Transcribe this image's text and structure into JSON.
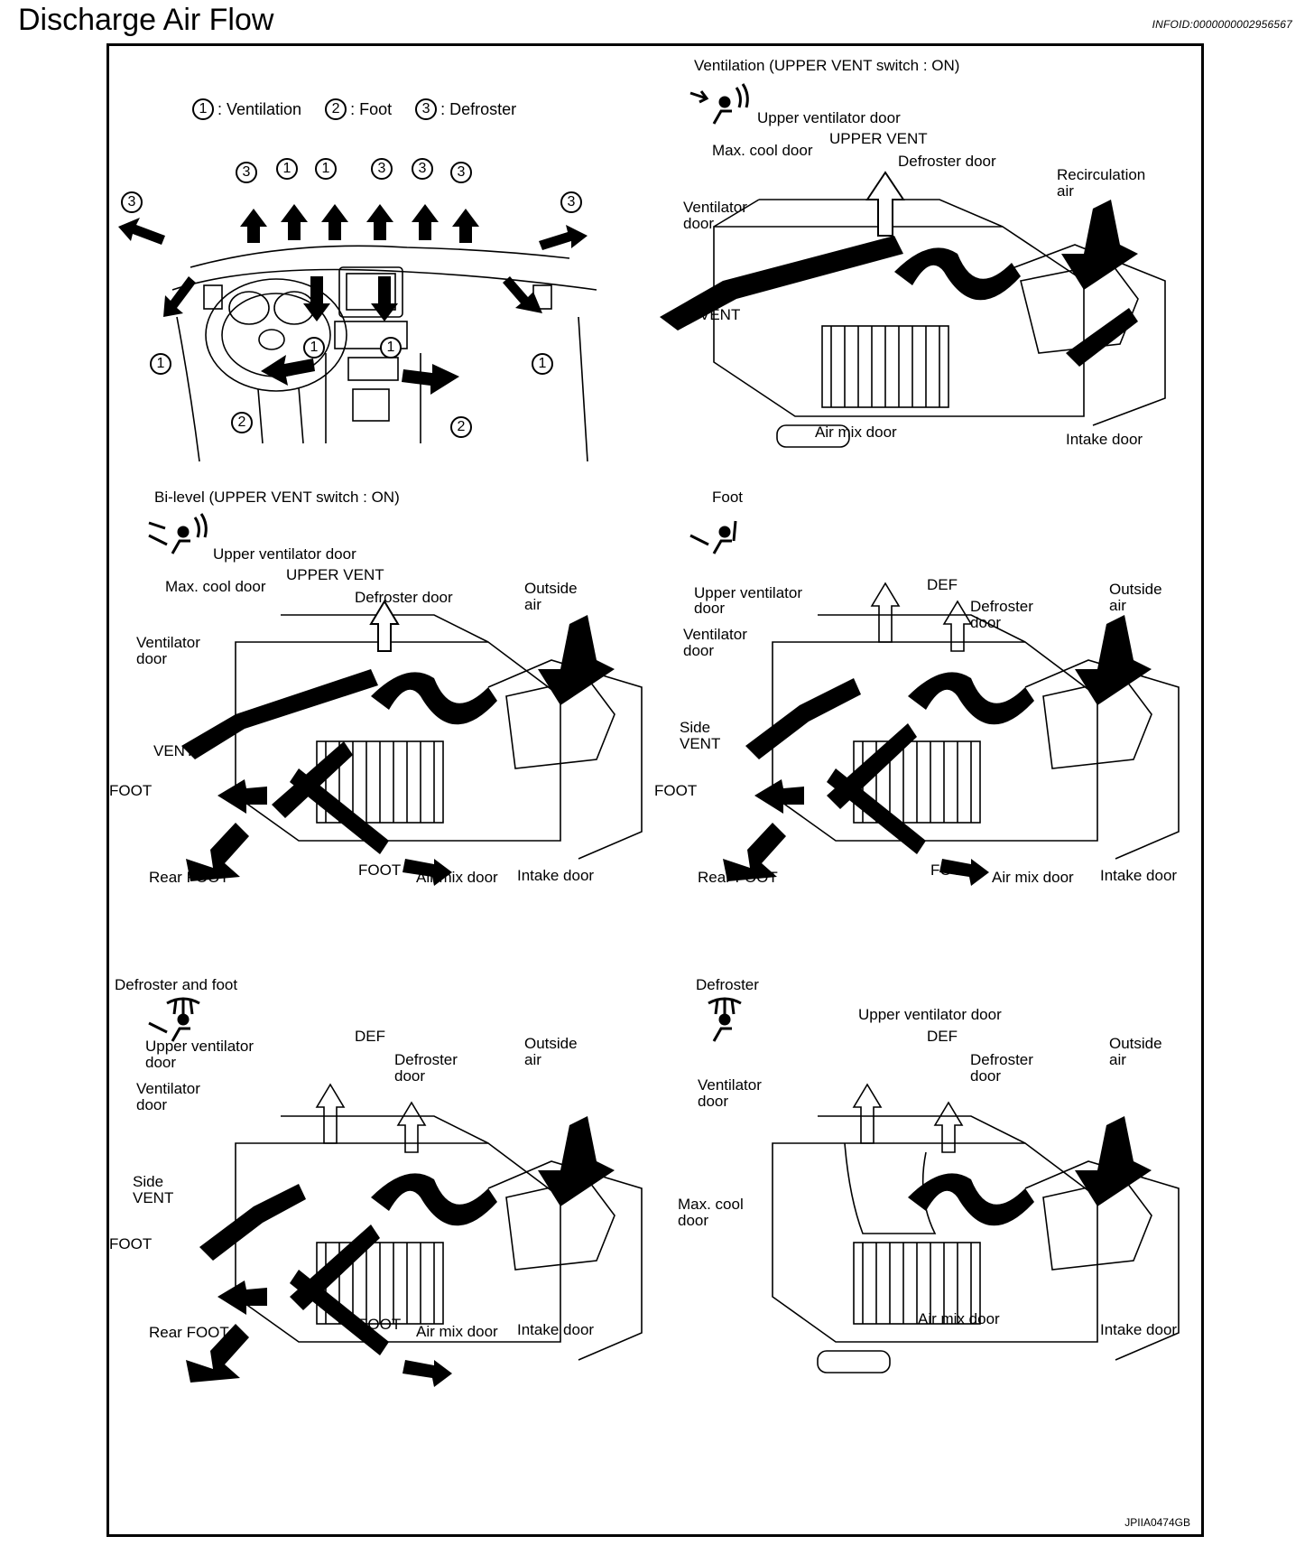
{
  "page": {
    "title": "Discharge Air Flow",
    "info_id": "INFOID:0000000002956567",
    "figure_code": "JPIIA0474GB"
  },
  "legend": {
    "items": [
      {
        "num": "1",
        "label": ": Ventilation"
      },
      {
        "num": "2",
        "label": ": Foot"
      },
      {
        "num": "3",
        "label": ": Defroster"
      }
    ]
  },
  "dash_markers": [
    "3",
    "3",
    "1",
    "1",
    "3",
    "3",
    "3",
    "3",
    "1",
    "1",
    "1",
    "1",
    "2",
    "2"
  ],
  "panels": {
    "ventilation": {
      "title": "Ventilation (UPPER VENT switch : ON)",
      "labels": {
        "upper_vent_door": "Upper ventilator door",
        "upper_vent": "UPPER VENT",
        "max_cool": "Max. cool door",
        "defroster_door": "Defroster door",
        "recirc_1": "Recirculation",
        "recirc_2": "air",
        "vent_door_1": "Ventilator",
        "vent_door_2": "door",
        "vent": "VENT",
        "air_mix": "Air mix door",
        "intake": "Intake door"
      }
    },
    "bilevel": {
      "title": "Bi-level (UPPER VENT switch : ON)",
      "labels": {
        "upper_vent_door": "Upper ventilator door",
        "upper_vent": "UPPER VENT",
        "max_cool": "Max. cool door",
        "defroster_door": "Defroster door",
        "outside_1": "Outside",
        "outside_2": "air",
        "vent_door_1": "Ventilator",
        "vent_door_2": "door",
        "vent": "VENT",
        "foot_left": "FOOT",
        "rear_foot": "Rear FOOT",
        "foot": "FOOT",
        "air_mix": "Air mix door",
        "intake": "Intake door"
      }
    },
    "foot": {
      "title": "Foot",
      "labels": {
        "upper_vent_door_1": "Upper ventilator",
        "upper_vent_door_2": "door",
        "def": "DEF",
        "defroster_1": "Defroster",
        "defroster_2": "door",
        "outside_1": "Outside",
        "outside_2": "air",
        "vent_door_1": "Ventilator",
        "vent_door_2": "door",
        "side_1": "Side",
        "side_2": "VENT",
        "foot_left": "FOOT",
        "rear_foot": "Rear FOOT",
        "foot": "FOOT",
        "air_mix": "Air mix door",
        "intake": "Intake door"
      }
    },
    "def_foot": {
      "title": "Defroster and foot",
      "labels": {
        "upper_vent_door_1": "Upper ventilator",
        "upper_vent_door_2": "door",
        "def": "DEF",
        "defroster_1": "Defroster",
        "defroster_2": "door",
        "outside_1": "Outside",
        "outside_2": "air",
        "vent_door_1": "Ventilator",
        "vent_door_2": "door",
        "side_1": "Side",
        "side_2": "VENT",
        "foot_left": "FOOT",
        "rear_foot": "Rear FOOT",
        "foot": "FOOT",
        "air_mix": "Air mix door",
        "intake": "Intake door"
      }
    },
    "defroster": {
      "title": "Defroster",
      "labels": {
        "upper_vent_door": "Upper ventilator door",
        "def": "DEF",
        "defroster_1": "Defroster",
        "defroster_2": "door",
        "outside_1": "Outside",
        "outside_2": "air",
        "vent_door_1": "Ventilator",
        "vent_door_2": "door",
        "max_cool_1": "Max. cool",
        "max_cool_2": "door",
        "air_mix": "Air mix door",
        "intake": "Intake door"
      }
    }
  }
}
